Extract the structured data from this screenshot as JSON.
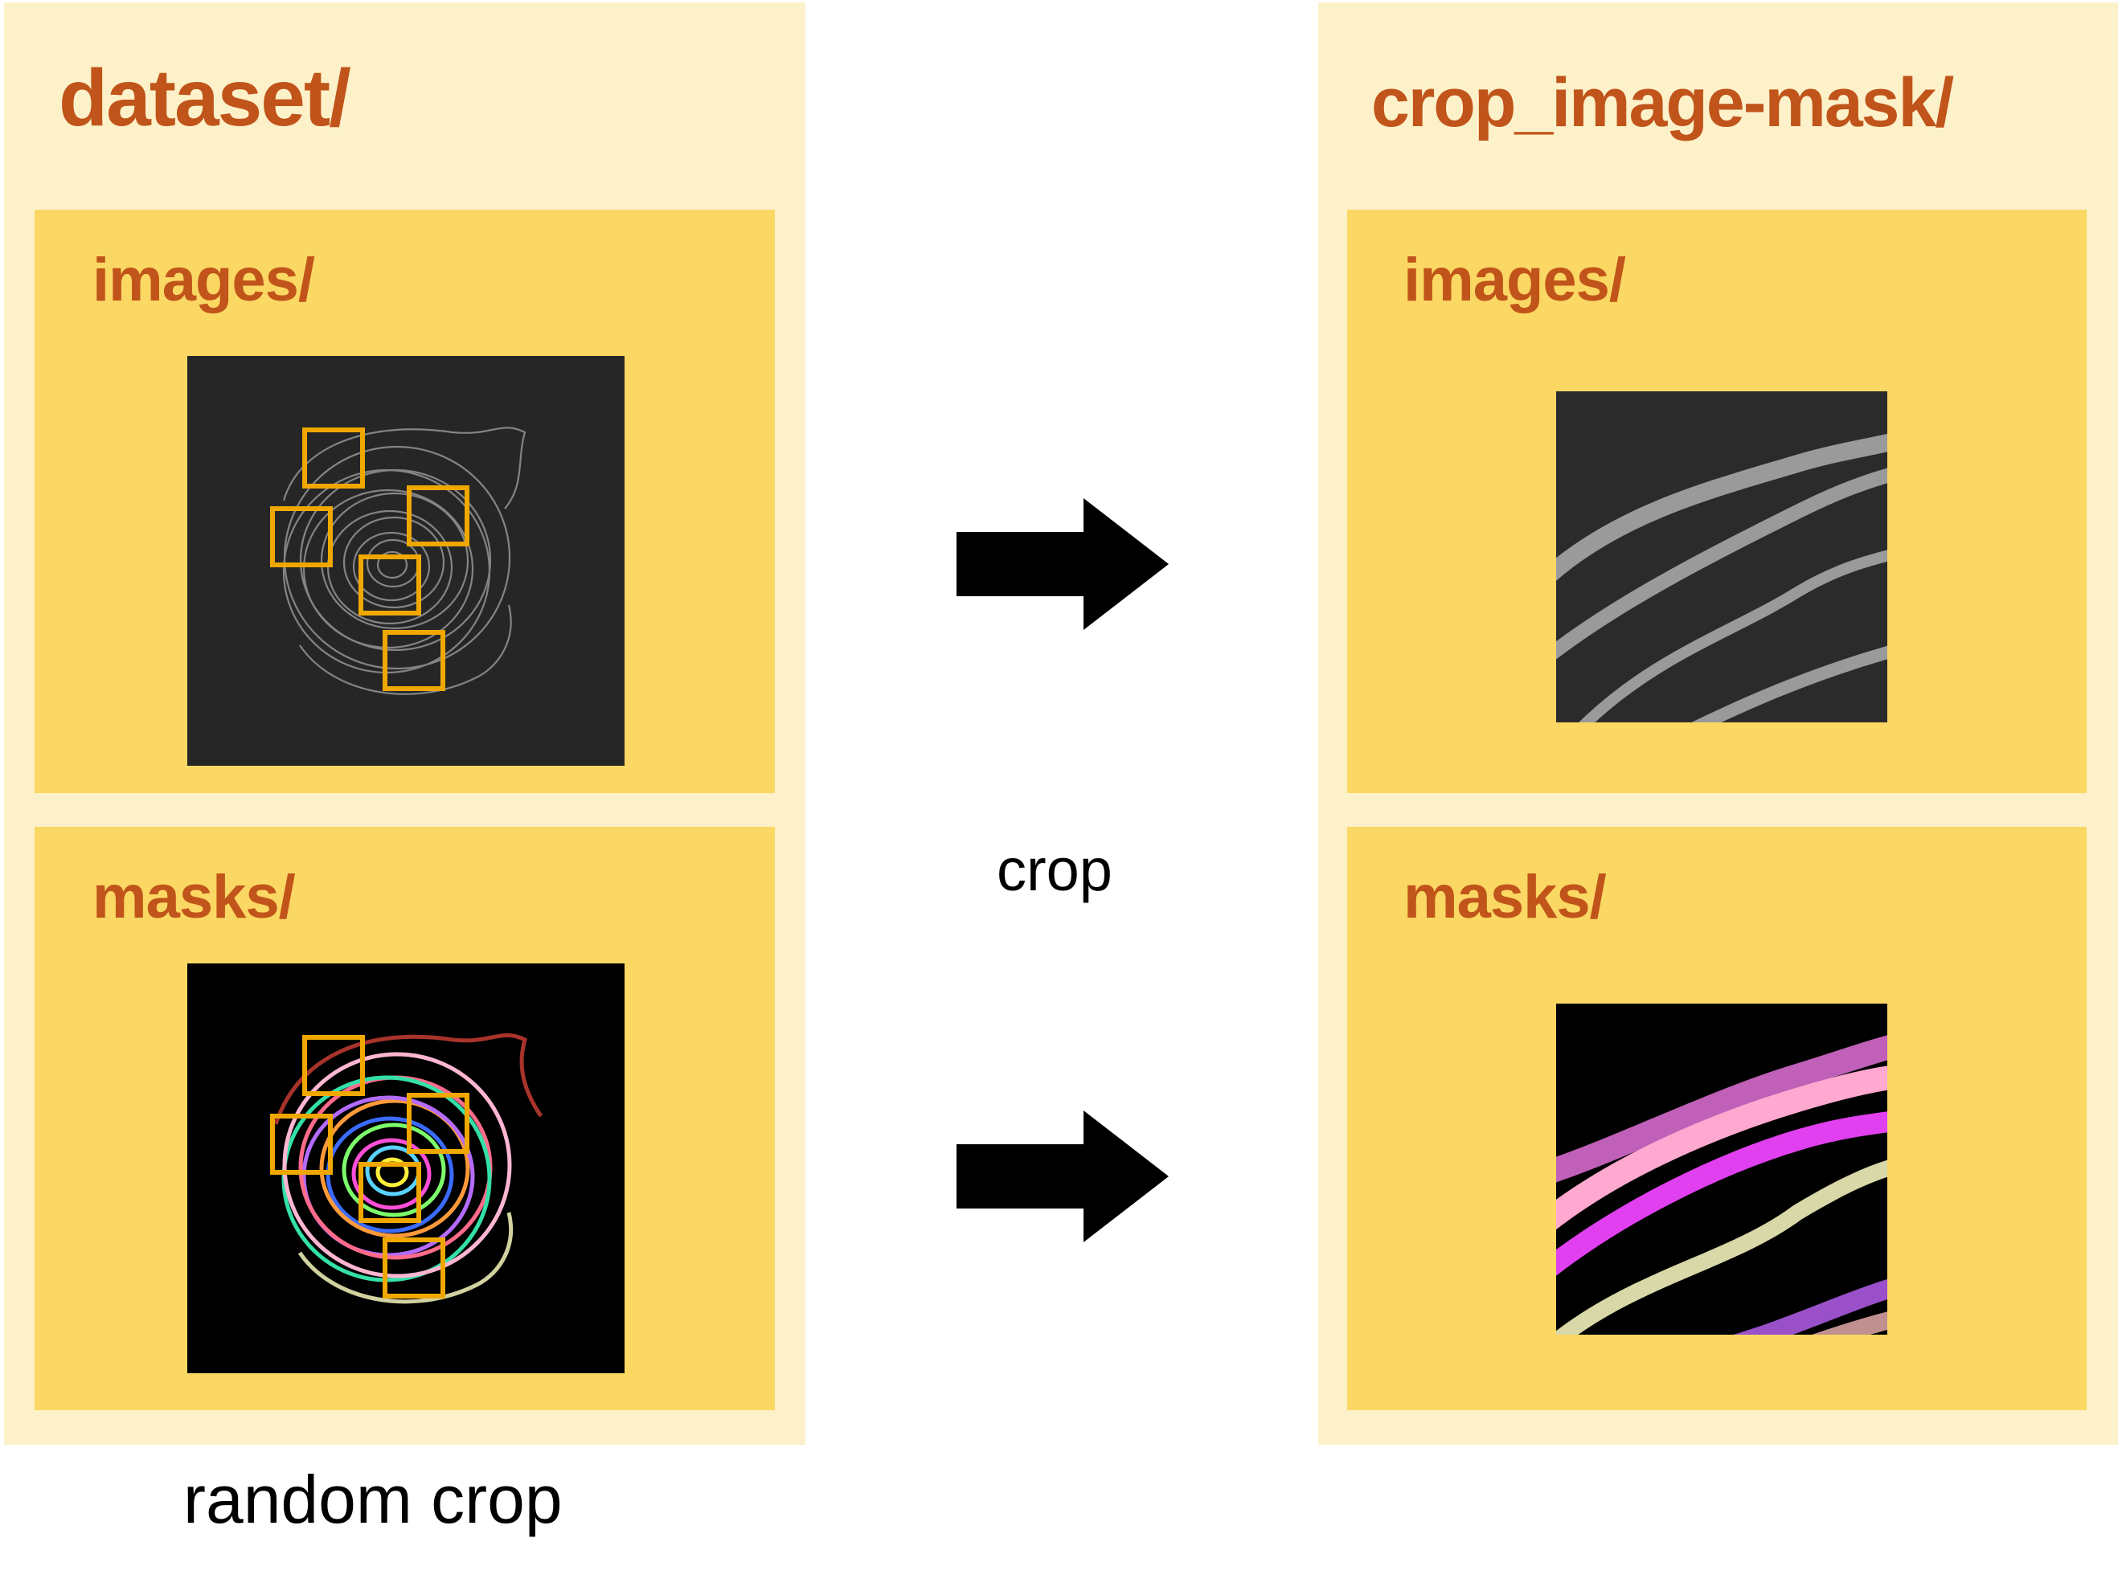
{
  "left_panel": {
    "title": "dataset/",
    "images_label": "images/",
    "masks_label": "masks/",
    "caption": "random crop"
  },
  "right_panel": {
    "title": "crop_image-mask/",
    "images_label": "images/",
    "masks_label": "masks/"
  },
  "middle": {
    "caption": "crop"
  },
  "colors": {
    "outer_panel": "#fdf1c9",
    "inner_panel": "#fbd763",
    "title_text": "#c0541a",
    "crop_box": "#f0a800",
    "arrow": "#000000"
  },
  "icons": {
    "arrow": "right-arrow-icon",
    "crop_box": "crop-region-box"
  }
}
